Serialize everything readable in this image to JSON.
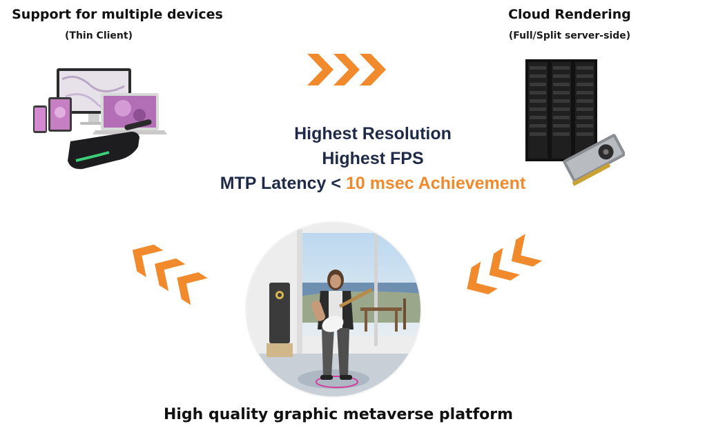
{
  "left": {
    "title": "Support for multiple devices",
    "subtitle": "(Thin Client)",
    "illustration": "multiple-devices-icon"
  },
  "right": {
    "title": "Cloud Rendering",
    "subtitle": "(Full/Split server-side)",
    "illustration": "server-rack-with-gpu-icon"
  },
  "center": {
    "line1": "Highest Resolution",
    "line2": "Highest FPS",
    "line3_prefix": "MTP Latency <",
    "line3_accent": "10 msec Achievement"
  },
  "bottom": {
    "title": "High quality graphic metaverse platform",
    "illustration": "guitarist-avatar-in-room"
  },
  "colors": {
    "accent": "#f18a2c",
    "navy": "#1e2a47",
    "text": "#111111"
  }
}
